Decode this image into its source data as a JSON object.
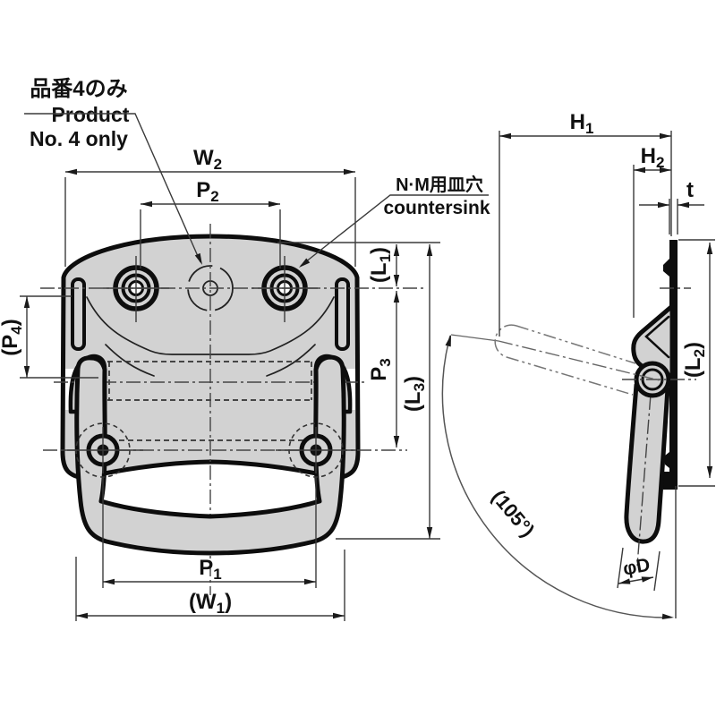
{
  "annotations": {
    "product_note": {
      "jp": "品番4のみ",
      "en1": "Product",
      "en2": "No. 4 only"
    },
    "countersink_note": {
      "jp": "N·M用皿穴",
      "en": "countersink"
    }
  },
  "dimensions": {
    "w2": {
      "pre": "W",
      "sub": "2",
      "post": ""
    },
    "p2": {
      "pre": "P",
      "sub": "2",
      "post": ""
    },
    "p1": {
      "pre": "P",
      "sub": "1",
      "post": ""
    },
    "w1": {
      "pre": "(W",
      "sub": "1",
      "post": ")"
    },
    "l1": {
      "pre": "(L",
      "sub": "1",
      "post": ")"
    },
    "p3": {
      "pre": "P",
      "sub": "3",
      "post": ""
    },
    "l3": {
      "pre": "(L",
      "sub": "3",
      "post": ")"
    },
    "p4": {
      "pre": "(P",
      "sub": "4",
      "post": ")"
    },
    "h1": {
      "pre": "H",
      "sub": "1",
      "post": ""
    },
    "h2": {
      "pre": "H",
      "sub": "2",
      "post": ""
    },
    "t": {
      "pre": "t"
    },
    "l2": {
      "pre": "(L",
      "sub": "2",
      "post": ")"
    },
    "swing_angle": {
      "pre": "(105°)"
    },
    "grip_diameter": {
      "pre": "φD"
    }
  },
  "colors": {
    "part_fill": "#d2d2d2",
    "outline": "#0d0d0d",
    "dimension_lines": "#3a3a3a",
    "background": "#ffffff"
  }
}
